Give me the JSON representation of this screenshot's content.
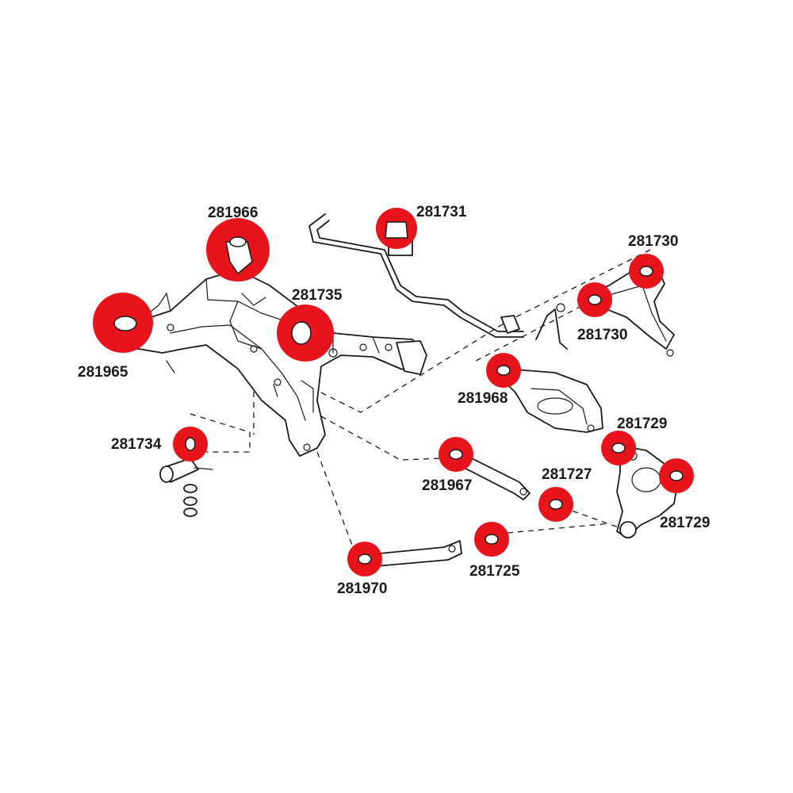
{
  "colors": {
    "bushing": "#e8141c",
    "line": "#1a1a1a",
    "background": "#ffffff"
  },
  "labels": {
    "p281966": "281966",
    "p281731": "281731",
    "p281730_top": "281730",
    "p281735": "281735",
    "p281730_mid": "281730",
    "p281965": "281965",
    "p281968": "281968",
    "p281729_top": "281729",
    "p281734": "281734",
    "p281727": "281727",
    "p281967": "281967",
    "p281729_bottom": "281729",
    "p281725": "281725",
    "p281970": "281970"
  }
}
